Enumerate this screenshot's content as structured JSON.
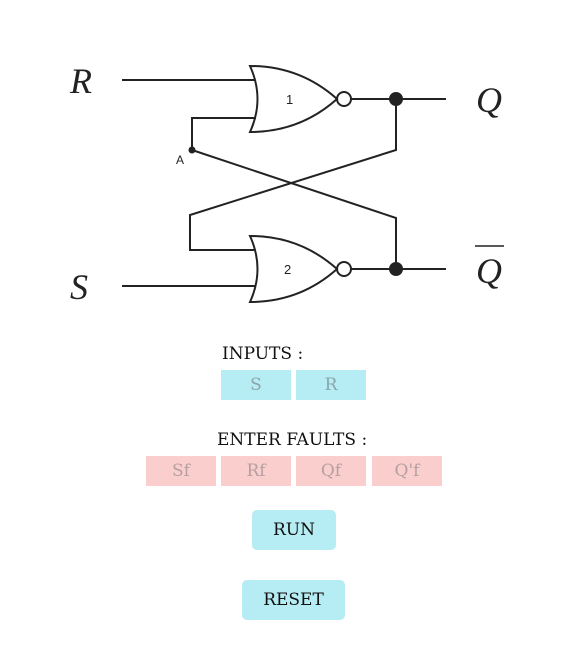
{
  "circuit": {
    "signals": {
      "r": "R",
      "s": "S",
      "q": "Q",
      "qbar": "Q"
    },
    "gates": [
      "1",
      "2"
    ],
    "node_label": "A"
  },
  "inputs": {
    "heading": "INPUTS :",
    "buttons": [
      "S",
      "R"
    ]
  },
  "faults": {
    "heading": "ENTER FAULTS :",
    "buttons": [
      "Sf",
      "Rf",
      "Qf",
      "Q'f"
    ]
  },
  "actions": {
    "run": "RUN",
    "reset": "RESET"
  },
  "colors": {
    "input_button": "#b6ecf3",
    "fault_button": "#fbcece",
    "action_button": "#b6ecf3"
  }
}
